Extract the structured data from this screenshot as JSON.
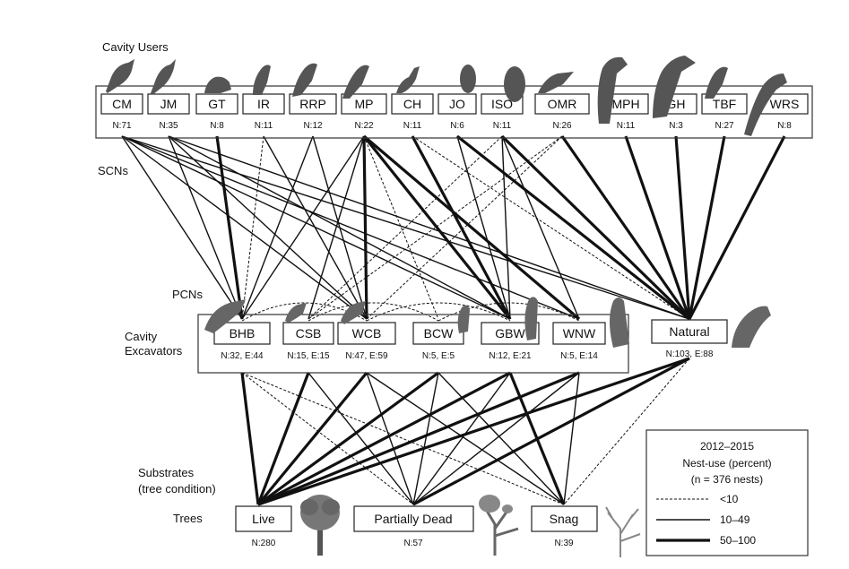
{
  "labels": {
    "cavity_users": "Cavity Users",
    "scns": "SCNs",
    "pcns": "PCNs",
    "cavity_excavators_1": "Cavity",
    "cavity_excavators_2": "Excavators",
    "substrates_1": "Substrates",
    "substrates_2": "(tree condition)",
    "trees": "Trees"
  },
  "users": [
    {
      "code": "CM",
      "n": "N:71"
    },
    {
      "code": "JM",
      "n": "N:35"
    },
    {
      "code": "GT",
      "n": "N:8"
    },
    {
      "code": "IR",
      "n": "N:11"
    },
    {
      "code": "RRP",
      "n": "N:12"
    },
    {
      "code": "MP",
      "n": "N:22"
    },
    {
      "code": "CH",
      "n": "N:11"
    },
    {
      "code": "JO",
      "n": "N:6"
    },
    {
      "code": "ISO",
      "n": "N:11"
    },
    {
      "code": "OMR",
      "n": "N:26"
    },
    {
      "code": "MPH",
      "n": "N:11"
    },
    {
      "code": "GH",
      "n": "N:3"
    },
    {
      "code": "TBF",
      "n": "N:27"
    },
    {
      "code": "WRS",
      "n": "N:8"
    }
  ],
  "excavators": [
    {
      "code": "BHB",
      "n": "N:32, E:44"
    },
    {
      "code": "CSB",
      "n": "N:15, E:15"
    },
    {
      "code": "WCB",
      "n": "N:47, E:59"
    },
    {
      "code": "BCW",
      "n": "N:5, E:5"
    },
    {
      "code": "GBW",
      "n": "N:12, E:21"
    },
    {
      "code": "WNW",
      "n": "N:5, E:14"
    },
    {
      "code": "Natural",
      "n": "N:103, E:88"
    }
  ],
  "substrates": [
    {
      "code": "Live",
      "n": "N:280"
    },
    {
      "code": "Partially Dead",
      "n": "N:57"
    },
    {
      "code": "Snag",
      "n": "N:39"
    }
  ],
  "legend": {
    "title": "2012–2015",
    "subtitle": "Nest-use (percent)",
    "subtitle2": "(n = 376 nests)",
    "items": [
      {
        "label": "<10",
        "style": "dotted"
      },
      {
        "label": "10–49",
        "style": "thin"
      },
      {
        "label": "50–100",
        "style": "thick"
      }
    ]
  },
  "links_user_excavator": [
    [
      "CM",
      "BHB",
      "thin"
    ],
    [
      "CM",
      "WCB",
      "thin"
    ],
    [
      "CM",
      "GBW",
      "thin"
    ],
    [
      "CM",
      "WNW",
      "thin"
    ],
    [
      "CM",
      "Natural",
      "thin"
    ],
    [
      "JM",
      "BHB",
      "thin"
    ],
    [
      "JM",
      "WCB",
      "thin"
    ],
    [
      "JM",
      "GBW",
      "thin"
    ],
    [
      "JM",
      "Natural",
      "thin"
    ],
    [
      "GT",
      "BHB",
      "thick"
    ],
    [
      "IR",
      "BHB",
      "dotted"
    ],
    [
      "IR",
      "WCB",
      "thin"
    ],
    [
      "RRP",
      "BHB",
      "thin"
    ],
    [
      "RRP",
      "WCB",
      "thin"
    ],
    [
      "MP",
      "BHB",
      "thin"
    ],
    [
      "MP",
      "WCB",
      "thick"
    ],
    [
      "MP",
      "CSB",
      "thin"
    ],
    [
      "MP",
      "GBW",
      "thick"
    ],
    [
      "MP",
      "WNW",
      "thick"
    ],
    [
      "MP",
      "BCW",
      "dotted"
    ],
    [
      "CH",
      "GBW",
      "thick"
    ],
    [
      "CH",
      "Natural",
      "dotted"
    ],
    [
      "JO",
      "GBW",
      "thin"
    ],
    [
      "JO",
      "Natural",
      "thick"
    ],
    [
      "ISO",
      "GBW",
      "thin"
    ],
    [
      "ISO",
      "WNW",
      "thin"
    ],
    [
      "ISO",
      "Natural",
      "thick"
    ],
    [
      "ISO",
      "CSB",
      "dotted"
    ],
    [
      "OMR",
      "Natural",
      "thick"
    ],
    [
      "OMR",
      "WCB",
      "dotted"
    ],
    [
      "OMR",
      "CSB",
      "dotted"
    ],
    [
      "MPH",
      "Natural",
      "thick"
    ],
    [
      "GH",
      "Natural",
      "thick"
    ],
    [
      "TBF",
      "Natural",
      "thick"
    ],
    [
      "WRS",
      "Natural",
      "thick"
    ]
  ],
  "links_excavator_substrate": [
    [
      "BHB",
      "Live",
      "thick"
    ],
    [
      "BHB",
      "Partially Dead",
      "dotted"
    ],
    [
      "BHB",
      "Snag",
      "dotted"
    ],
    [
      "CSB",
      "Live",
      "thick"
    ],
    [
      "CSB",
      "Partially Dead",
      "thin"
    ],
    [
      "WCB",
      "Live",
      "thick"
    ],
    [
      "WCB",
      "Partially Dead",
      "thin"
    ],
    [
      "WCB",
      "Snag",
      "thin"
    ],
    [
      "BCW",
      "Live",
      "thick"
    ],
    [
      "BCW",
      "Partially Dead",
      "thin"
    ],
    [
      "BCW",
      "Snag",
      "thin"
    ],
    [
      "GBW",
      "Live",
      "thick"
    ],
    [
      "GBW",
      "Partially Dead",
      "thin"
    ],
    [
      "GBW",
      "Snag",
      "thick"
    ],
    [
      "WNW",
      "Live",
      "thick"
    ],
    [
      "WNW",
      "Partially Dead",
      "thin"
    ],
    [
      "WNW",
      "Snag",
      "thin"
    ],
    [
      "Natural",
      "Live",
      "thick"
    ],
    [
      "Natural",
      "Partially Dead",
      "thick"
    ],
    [
      "Natural",
      "Snag",
      "dotted"
    ]
  ]
}
